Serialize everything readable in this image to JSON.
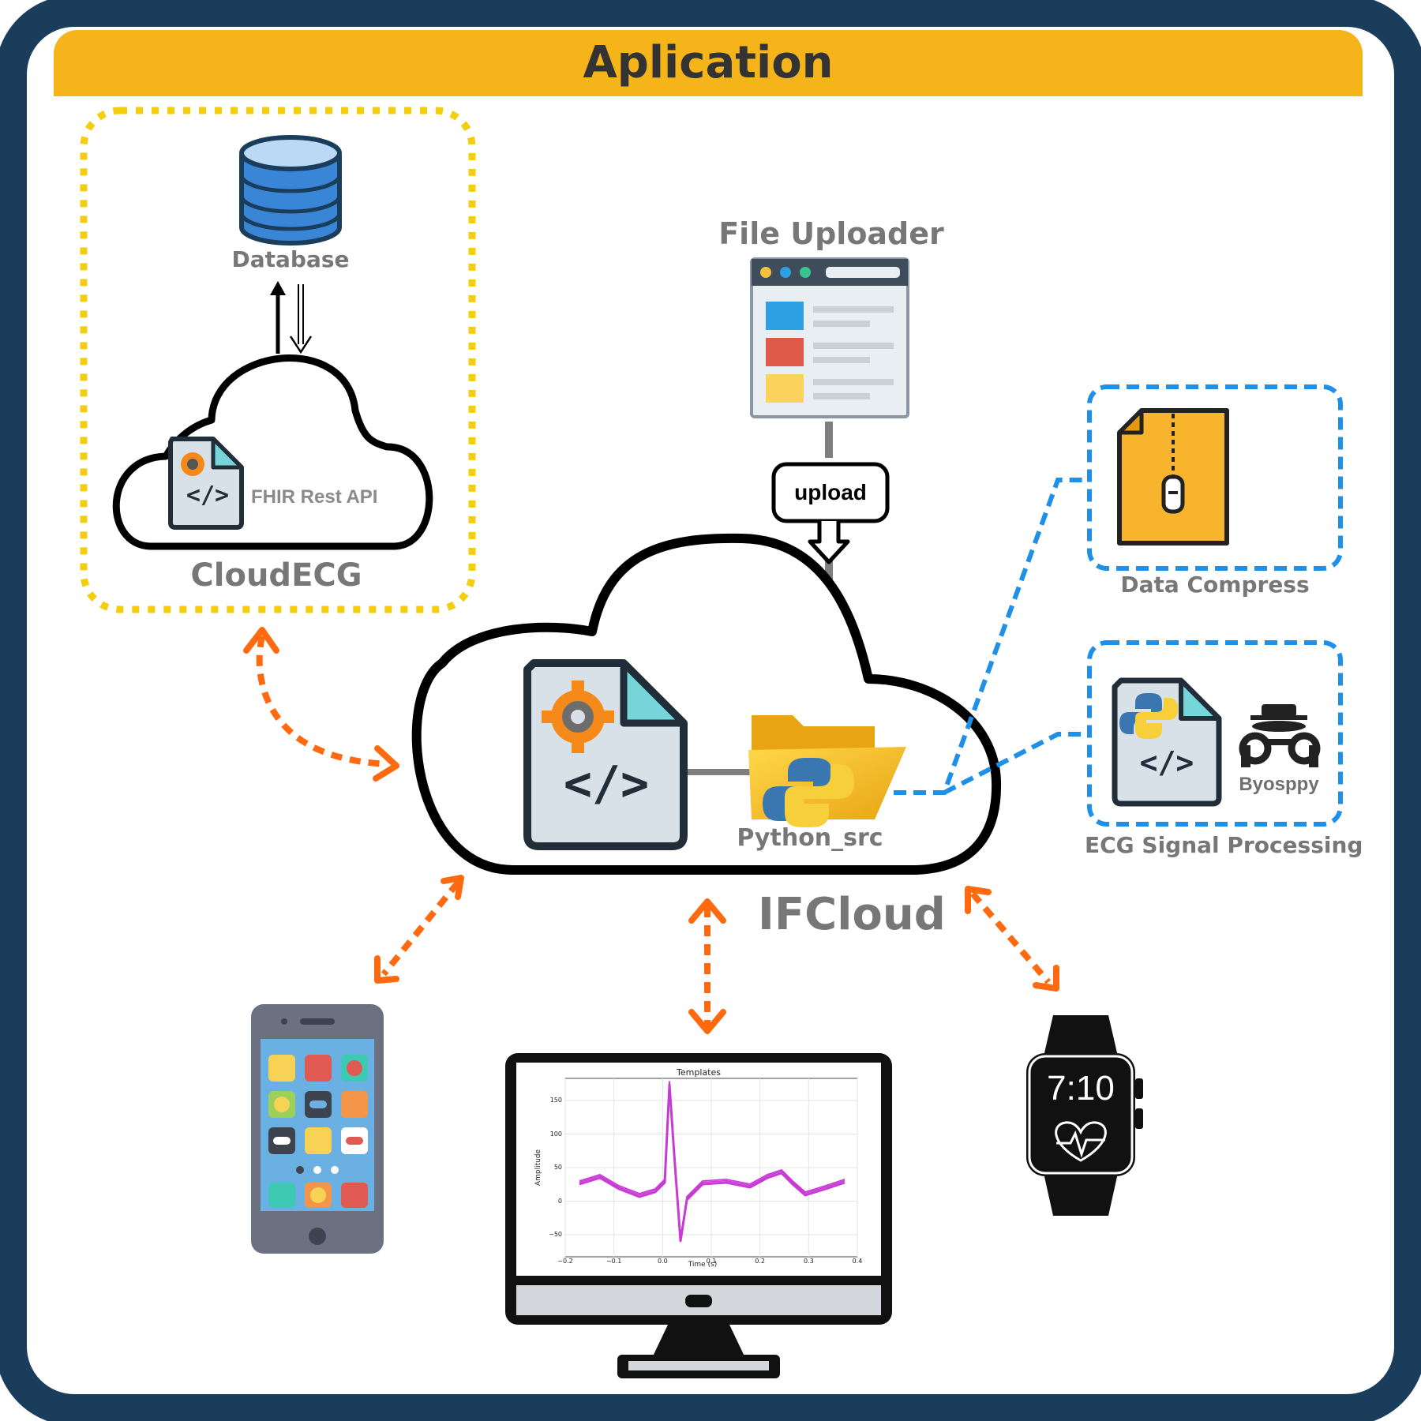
{
  "title": "Aplication",
  "labels": {
    "database": "Database",
    "fhir_api": "FHIR Rest API",
    "cloud_ecg": "CloudECG",
    "file_uploader": "File Uploader",
    "upload": "upload",
    "python_src": "Python_src",
    "ifcloud": "IFCloud",
    "data_compress": "Data Compress",
    "byosppy": "Byosppy",
    "ecg_signal_processing": "ECG Signal Processing",
    "watch_time": "7:10"
  },
  "icons": {
    "code_symbol": "</>"
  },
  "monitor_chart": {
    "title": "Templates",
    "xlabel": "Time (s)",
    "ylabel": "Amplitude",
    "x_ticks": [
      "−0.2",
      "−0.1",
      "0.0",
      "0.1",
      "0.2",
      "0.3",
      "0.4"
    ],
    "y_ticks": [
      "150",
      "100",
      "50",
      "0",
      "−50"
    ]
  },
  "colors": {
    "frame": "#1b3d5c",
    "title_bar": "#f5b41a",
    "cloudecg_border": "#f5cd0f",
    "blue_dashed": "#1e90e8",
    "orange_arrow": "#ff6a10",
    "ecg_trace": "#c83bd4"
  }
}
